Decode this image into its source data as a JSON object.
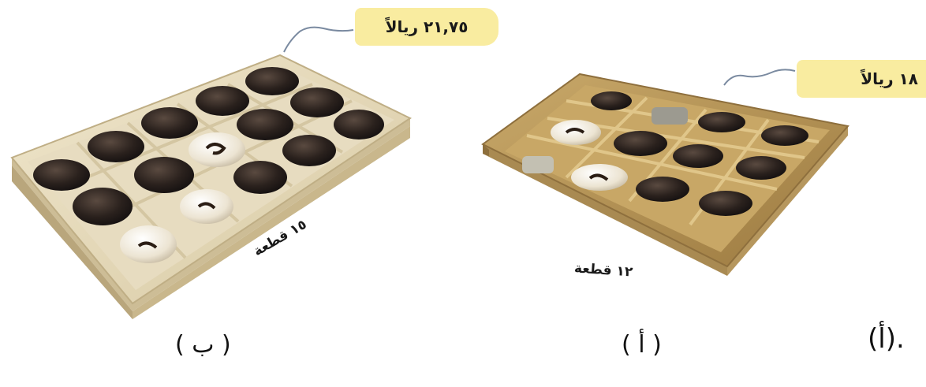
{
  "box_b": {
    "price": "٢١,٧٥ ريالاً",
    "count_label": "١٥ قطعة",
    "caption": "( ب )"
  },
  "box_a": {
    "price": "١٨ ريالاً",
    "count_label": "١٢ قطعة",
    "caption": "( أ )"
  },
  "option_label": "(أ)."
}
